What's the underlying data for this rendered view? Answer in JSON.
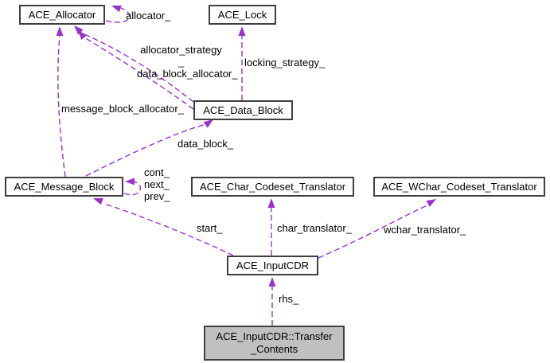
{
  "colors": {
    "background": "#ffffff",
    "edge": "#9a32cd",
    "node_border": "#3f3f3f",
    "node_fill": "#fefefe",
    "highlight_fill": "#c0c0c0",
    "text": "#000000"
  },
  "nodes": [
    {
      "id": "ace-allocator",
      "label": "ACE_Allocator"
    },
    {
      "id": "ace-lock",
      "label": "ACE_Lock"
    },
    {
      "id": "ace-data-block",
      "label": "ACE_Data_Block"
    },
    {
      "id": "ace-message-block",
      "label": "ACE_Message_Block"
    },
    {
      "id": "ace-char-codeset-translator",
      "label": "ACE_Char_Codeset_Translator"
    },
    {
      "id": "ace-wchar-codeset-translator",
      "label": "ACE_WChar_Codeset_Translator"
    },
    {
      "id": "ace-inputcdr",
      "label": "ACE_InputCDR"
    },
    {
      "id": "ace-inputcdr-transfer-contents",
      "label": "ACE_InputCDR::Transfer\n_Contents"
    }
  ],
  "edge_labels": {
    "allocator": "allocator_",
    "allocator_strategy": "allocator_strategy\n_",
    "data_block_allocator": "data_block_allocator_",
    "locking_strategy": "locking_strategy_",
    "message_block_allocator": "message_block_allocator_",
    "data_block": "data_block_",
    "cont_next_prev": "cont_\nnext_\nprev_",
    "start": "start_",
    "char_translator": "char_translator_",
    "wchar_translator": "wchar_translator_",
    "rhs": "rhs_"
  }
}
